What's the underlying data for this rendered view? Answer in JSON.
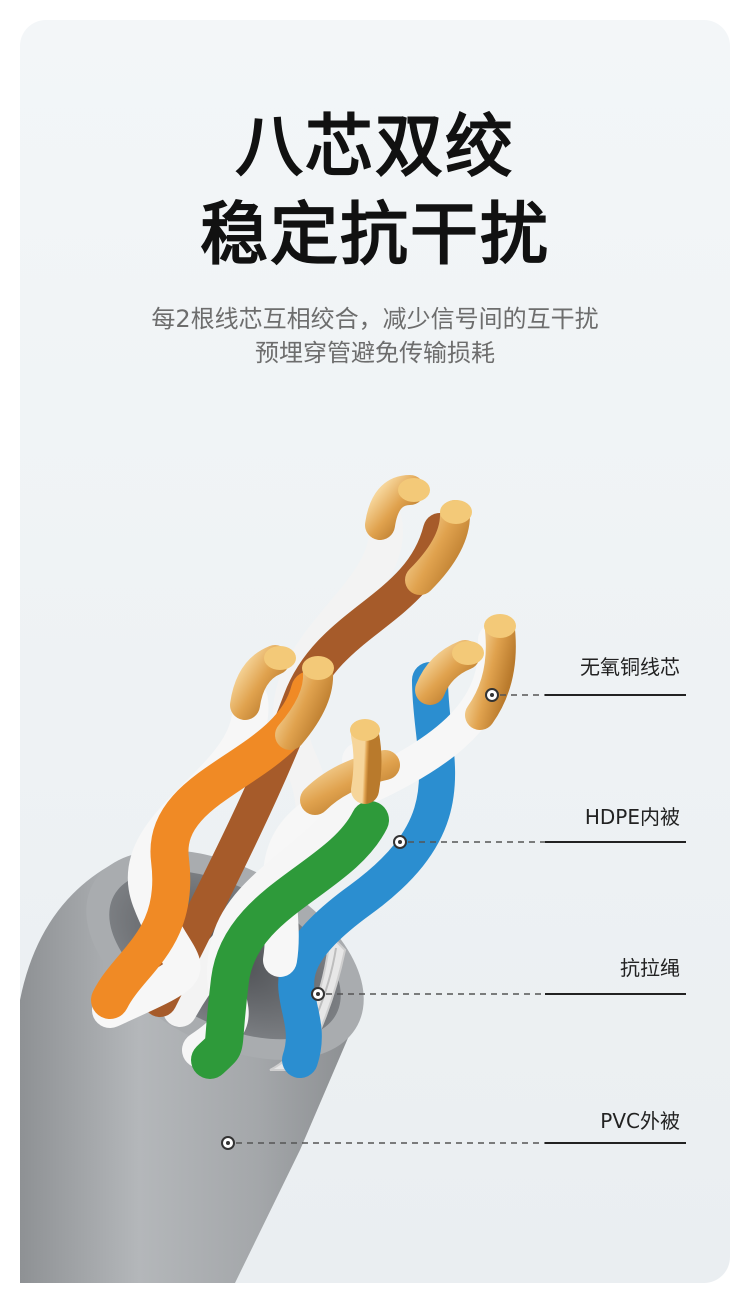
{
  "heading": {
    "line1": "八芯双绞",
    "line2": "稳定抗干扰"
  },
  "description": {
    "line1": "每2根线芯互相绞合，减少信号间的互干扰",
    "line2": "预埋穿管避免传输损耗"
  },
  "callouts": [
    {
      "label": "无氧铜线芯"
    },
    {
      "label": "HDPE内被"
    },
    {
      "label": "抗拉绳"
    },
    {
      "label": "PVC外被"
    }
  ]
}
